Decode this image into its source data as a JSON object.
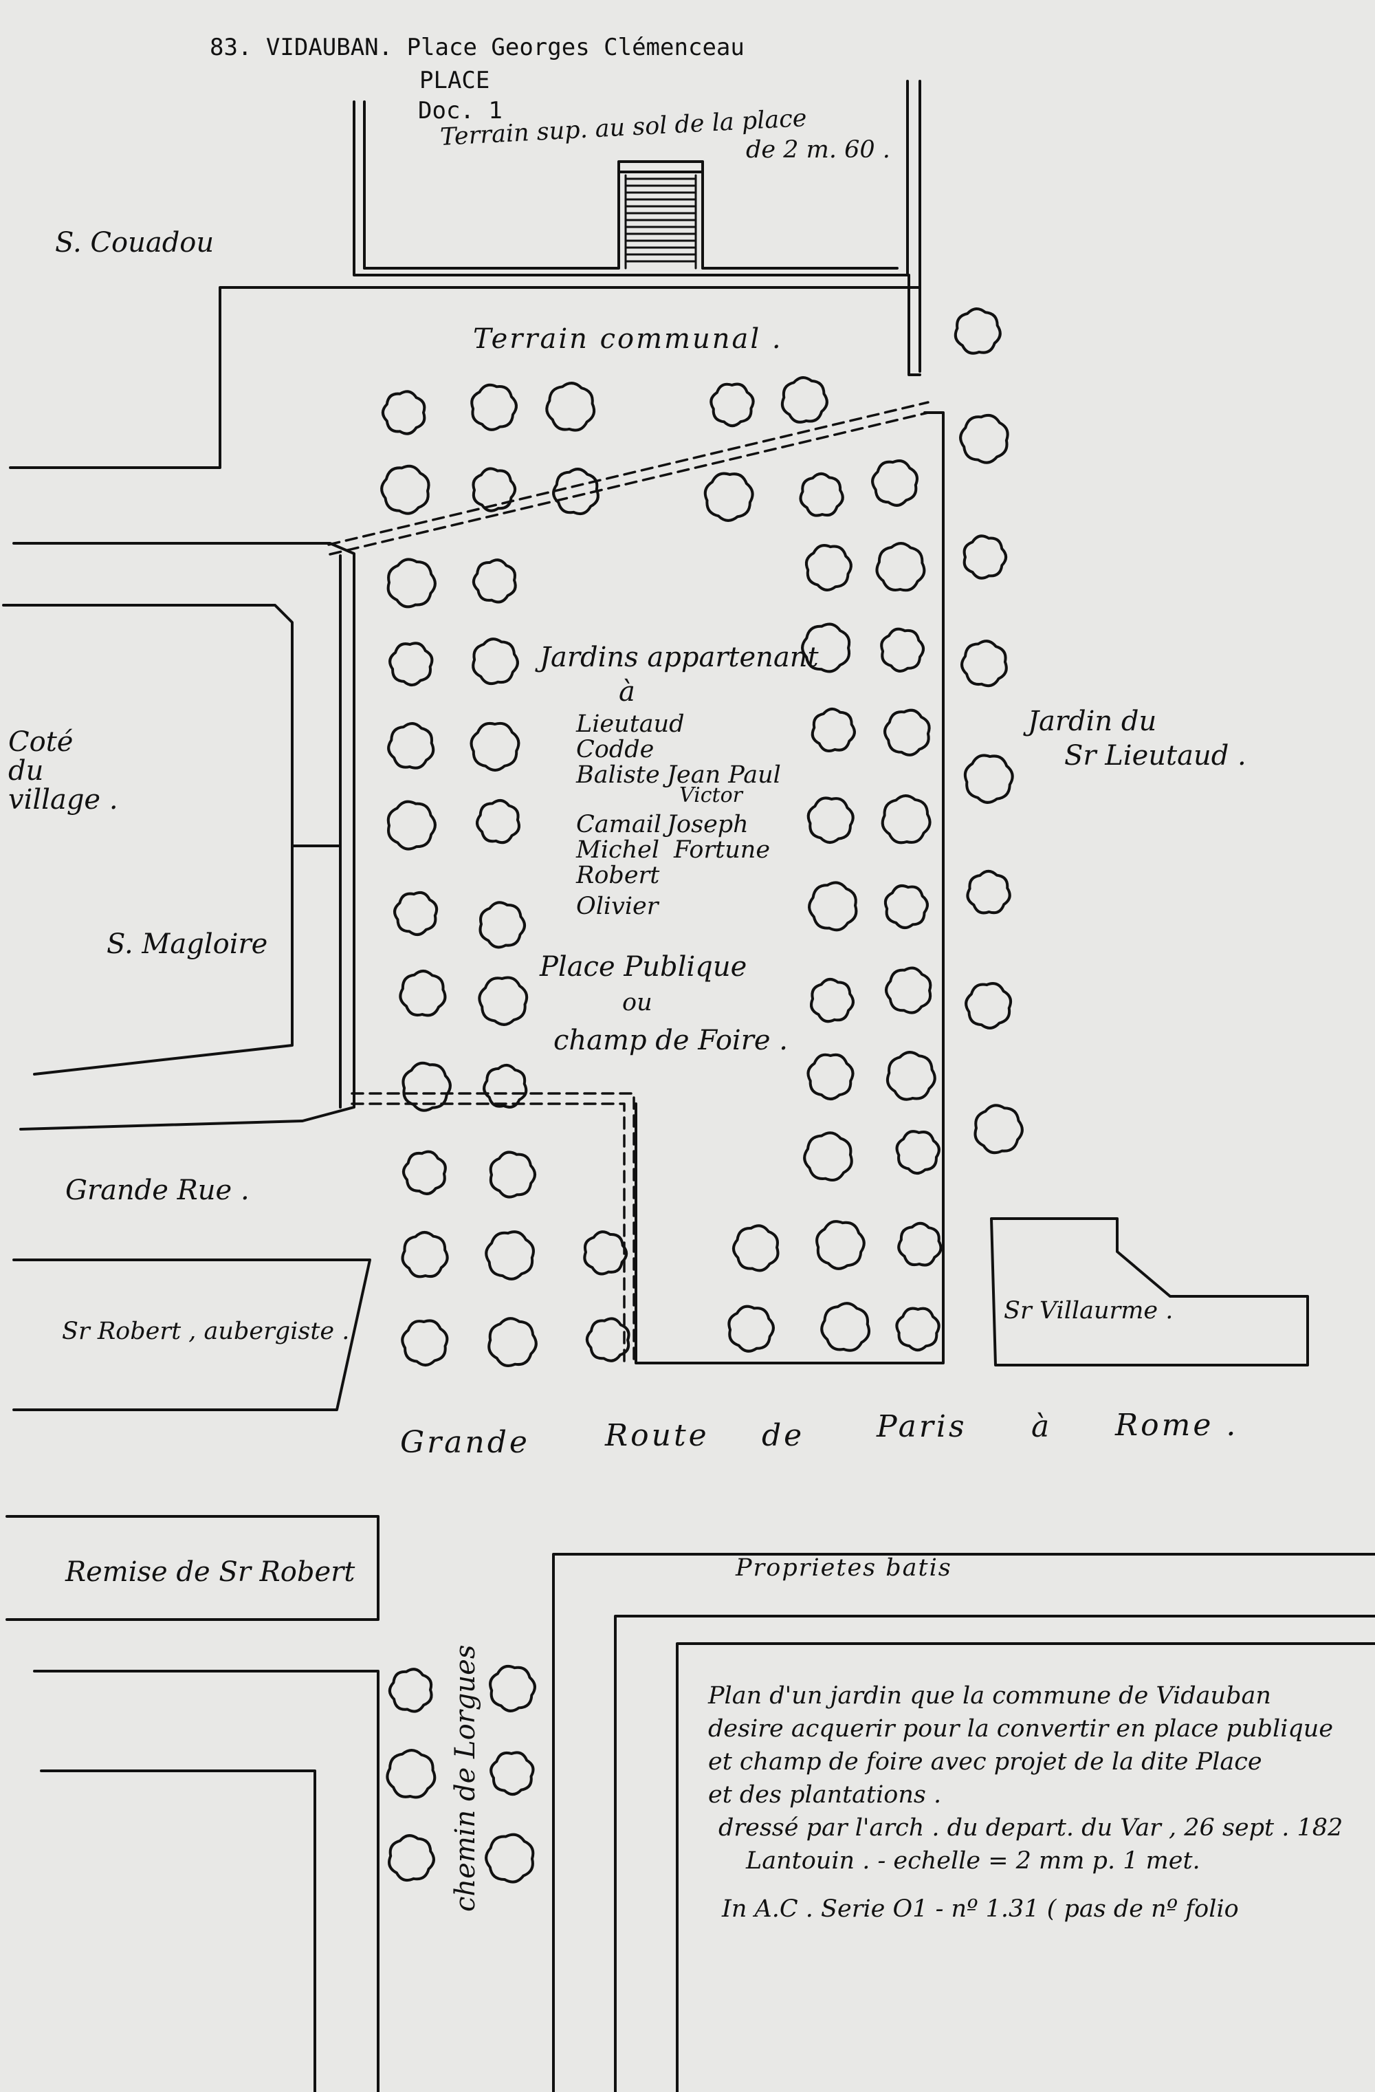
{
  "header": {
    "line1": "83. VIDAUBAN. Place Georges Clémenceau",
    "line2": "PLACE",
    "line3": "Doc. 1"
  },
  "notes": {
    "terrain_sup_1": "Terrain sup. au sol de la place",
    "terrain_sup_2": "de 2 m. 60 ."
  },
  "labels": {
    "s_couadou": "S. Couadou",
    "terrain_communal": "Terrain communal .",
    "cote_du_village": [
      "Coté",
      "du",
      "village ."
    ],
    "s_magloire": "S. Magloire",
    "jardins_1": "Jardins appartenant",
    "jardins_2": "à",
    "owners": [
      {
        "name": "Lieutaud",
        "extra": ""
      },
      {
        "name": "Codde",
        "extra": ""
      },
      {
        "name": "Baliste",
        "extra": "Jean Paul"
      },
      {
        "name": "",
        "extra": "Victor"
      },
      {
        "name": "Camail",
        "extra": "Joseph"
      },
      {
        "name": "Michel",
        "extra": "Fortune"
      },
      {
        "name": "Robert",
        "extra": ""
      },
      {
        "name": "Olivier",
        "extra": ""
      }
    ],
    "place_publique_1": "Place Publique",
    "place_publique_2": "ou",
    "place_publique_3": "champ de Foire .",
    "jardin_lieutaud_1": "Jardin du",
    "jardin_lieutaud_2": "Sr Lieutaud .",
    "grande_rue": "Grande Rue .",
    "robert_aubergiste": "Sr Robert , aubergiste .",
    "villaurme": "Sr Villaurme .",
    "grande_route": [
      "Grande",
      "Route",
      "de",
      "Paris",
      "à",
      "Rome ."
    ],
    "remise": "Remise de Sr Robert",
    "proprietes": "Proprietes batis",
    "chemin": "chemin de Lorgues"
  },
  "legend": {
    "lines": [
      "Plan d'un jardin que la commune de Vidauban",
      "desire acquerir pour la convertir en place publique",
      "et champ de foire avec projet de la dite Place",
      "et des plantations .",
      "dressé par l'arch . du depart. du Var , 26 sept . 182",
      "Lantouin .       -   echelle = 2 mm p. 1 met.",
      "In A.C .  Serie O1 - nº 1.31  ( pas de nº folio"
    ]
  }
}
